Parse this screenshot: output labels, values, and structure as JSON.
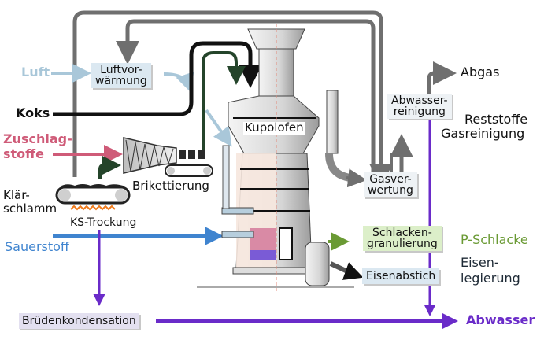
{
  "title": "Kupolofen process flow",
  "colors": {
    "luft": "#a9c7d9",
    "koks": "#111111",
    "zuschlag": "#cf5b78",
    "sauerstoff": "#3f84cf",
    "abwasser": "#6a2bc9",
    "gas": "#6f6f6f",
    "brikett": "#24442a",
    "schlacke": "#6a9a34",
    "box_blue": "#dbe8f1",
    "box_green": "#dcefc9",
    "box_purple": "#e3e0f0"
  },
  "inputs": {
    "luft": "Luft",
    "koks": "Koks",
    "zuschlag_1": "Zuschlag-",
    "zuschlag_2": "stoffe",
    "klaer_1": "Klär-",
    "klaer_2": "schlamm",
    "sauerstoff": "Sauerstoff"
  },
  "units": {
    "luftvor_1": "Luftvor-",
    "luftvor_2": "wärmung",
    "brikett": "Brikettierung",
    "ks": "KS-Trockung",
    "kupolofen": "Kupolofen",
    "gasver_1": "Gasver-",
    "gasver_2": "wertung",
    "abwrein_1": "Abwasser-",
    "abwrein_2": "reinigung",
    "schlacken_1": "Schlacken-",
    "schlacken_2": "granulierung",
    "eisenabstich": "Eisenabstich",
    "brueden": "Brüdenkondensation"
  },
  "outputs": {
    "abgas": "Abgas",
    "reststoffe_1": "Reststoffe",
    "reststoffe_2": "Gasreinigung",
    "pschlacke": "P-Schlacke",
    "eisen_1": "Eisen-",
    "eisen_2": "legierung",
    "abwasser": "Abwasser"
  }
}
